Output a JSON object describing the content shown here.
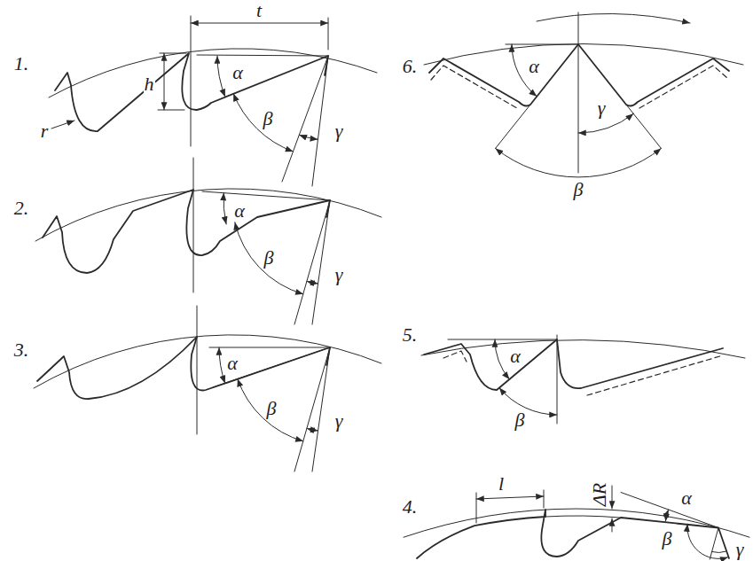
{
  "diagram": {
    "labels": [
      "1.",
      "h",
      "t",
      "α",
      "β",
      "γ",
      "r",
      "6.",
      "α",
      "γ",
      "β",
      "2.",
      "α",
      "β",
      "γ",
      "5.",
      "α",
      "β",
      "3.",
      "α",
      "β",
      "γ",
      "4.",
      "l",
      "ΔR",
      "α",
      "β",
      "γ"
    ]
  }
}
